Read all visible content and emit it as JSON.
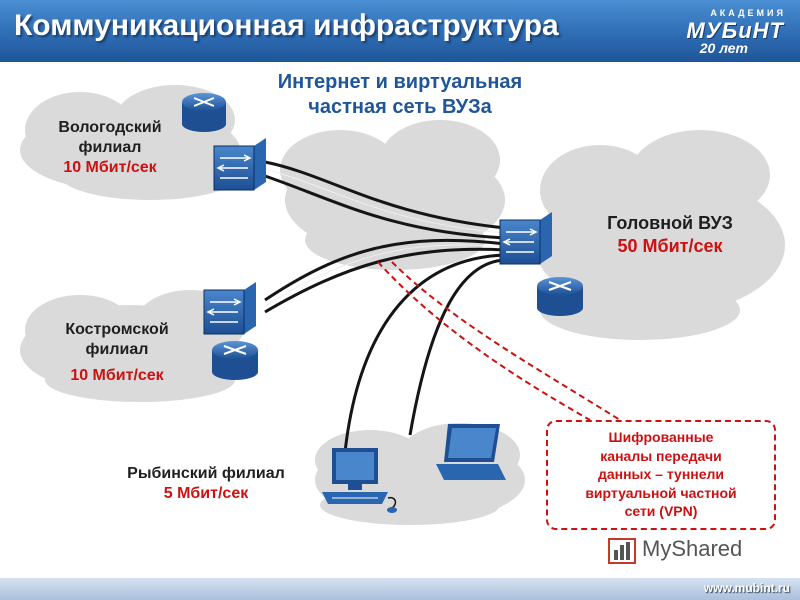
{
  "header": {
    "title": "Коммуникационная инфраструктура",
    "logo_top": "АКАДЕМИЯ",
    "logo_main": "МУБиНТ",
    "logo_sub": "20 лет"
  },
  "center_title": {
    "line1": "Интернет и виртуальная",
    "line2": "частная сеть ВУЗа"
  },
  "nodes": {
    "vologda": {
      "line1": "Вологодский",
      "line2": "филиал",
      "speed": "10 Мбит/сек"
    },
    "kostroma": {
      "line1": "Костромской",
      "line2": "филиал",
      "speed": "10 Мбит/сек"
    },
    "rybinsk": {
      "name": "Рыбинский филиал",
      "speed": "5 Мбит/сек"
    },
    "head": {
      "name": "Головной ВУЗ",
      "speed": "50 Мбит/сек"
    }
  },
  "vpn_note": {
    "line1": "Шифрованные",
    "line2": "каналы передачи",
    "line3": "данных – туннели",
    "line4": "виртуальной частной",
    "line5": "сети (VPN)"
  },
  "watermark": "MyShared",
  "footer_url": "www.mubint.ru",
  "colors": {
    "header_blue": "#2f6db4",
    "accent_red": "#cc1111",
    "device_blue": "#2a66b0",
    "cloud_gray": "#dcdcdc"
  }
}
